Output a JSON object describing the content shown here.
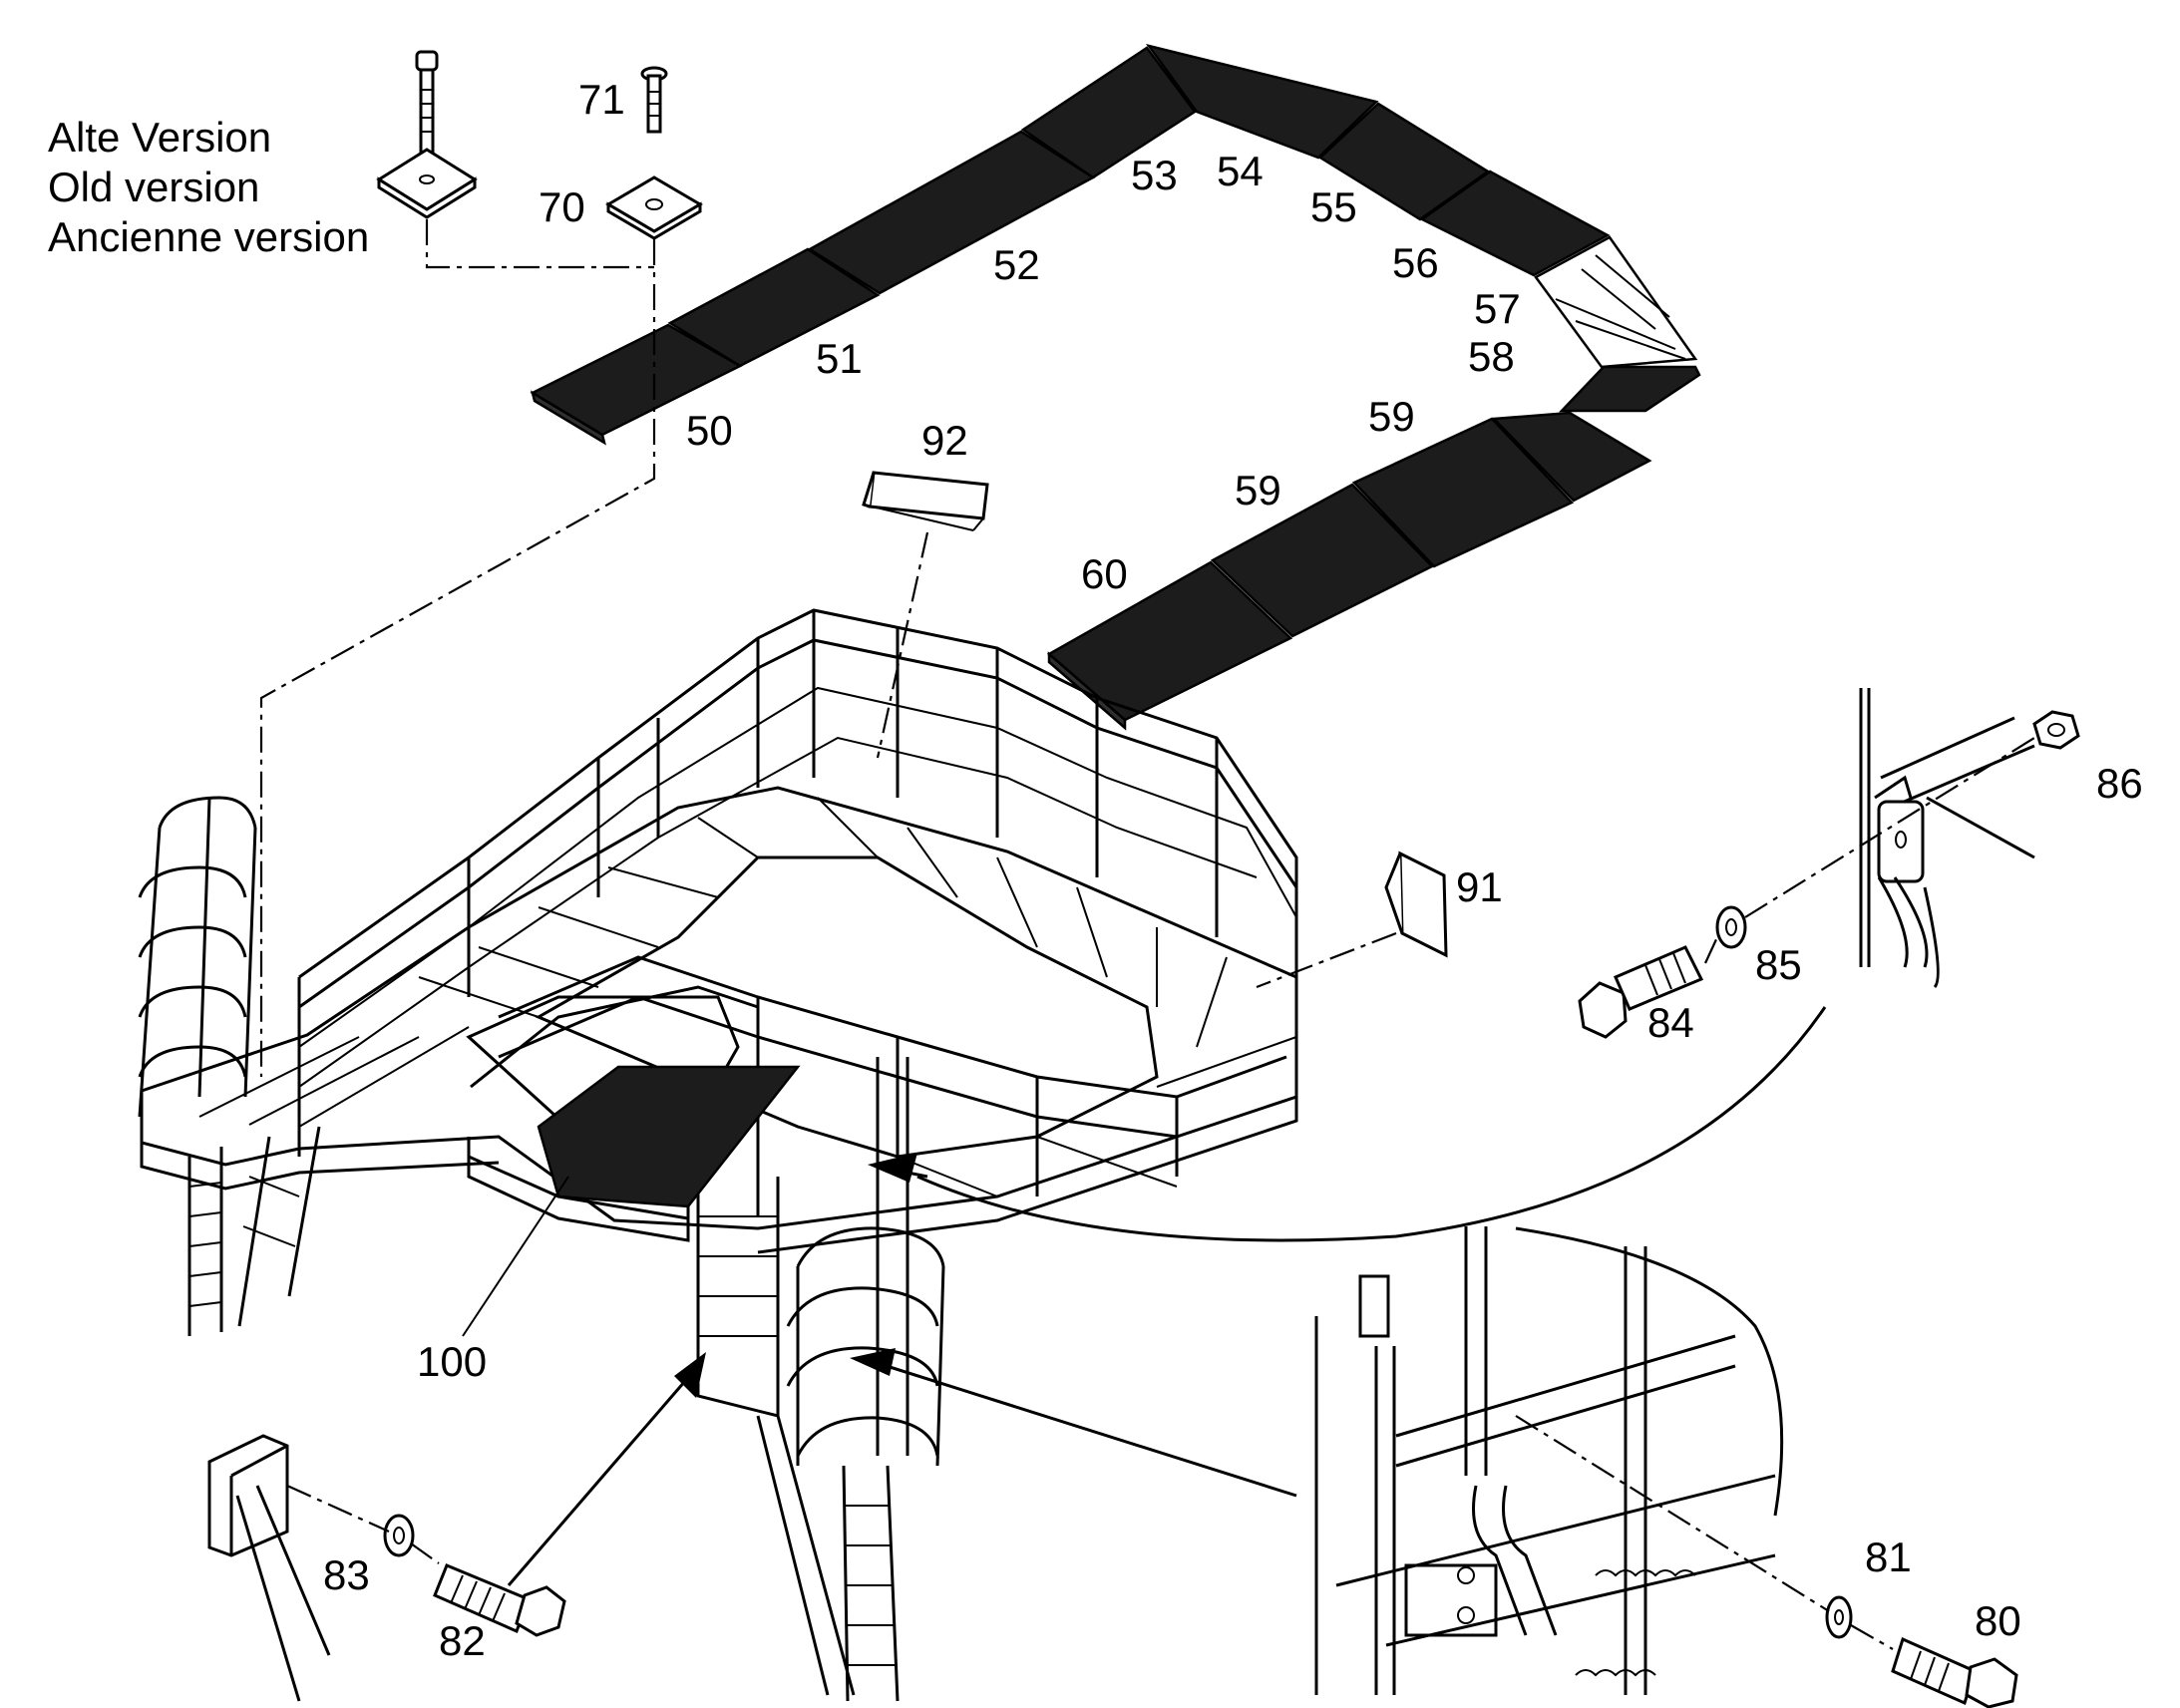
{
  "legend": {
    "line_de": "Alte Version",
    "line_en": "Old version",
    "line_fr": "Ancienne version"
  },
  "callouts": [
    {
      "id": "c50",
      "label": "50"
    },
    {
      "id": "c51",
      "label": "51"
    },
    {
      "id": "c52",
      "label": "52"
    },
    {
      "id": "c53",
      "label": "53"
    },
    {
      "id": "c54",
      "label": "54"
    },
    {
      "id": "c55",
      "label": "55"
    },
    {
      "id": "c56",
      "label": "56"
    },
    {
      "id": "c57",
      "label": "57"
    },
    {
      "id": "c58",
      "label": "58"
    },
    {
      "id": "c59a",
      "label": "59"
    },
    {
      "id": "c59b",
      "label": "59"
    },
    {
      "id": "c60",
      "label": "60"
    },
    {
      "id": "c70",
      "label": "70"
    },
    {
      "id": "c71",
      "label": "71"
    },
    {
      "id": "c80",
      "label": "80"
    },
    {
      "id": "c81",
      "label": "81"
    },
    {
      "id": "c82",
      "label": "82"
    },
    {
      "id": "c83",
      "label": "83"
    },
    {
      "id": "c84",
      "label": "84"
    },
    {
      "id": "c85",
      "label": "85"
    },
    {
      "id": "c86",
      "label": "86"
    },
    {
      "id": "c91",
      "label": "91"
    },
    {
      "id": "c92",
      "label": "92"
    },
    {
      "id": "c100",
      "label": "100"
    }
  ],
  "colors": {
    "ink": "#000000",
    "mat": "#1c1c1c",
    "background": "#ffffff"
  }
}
